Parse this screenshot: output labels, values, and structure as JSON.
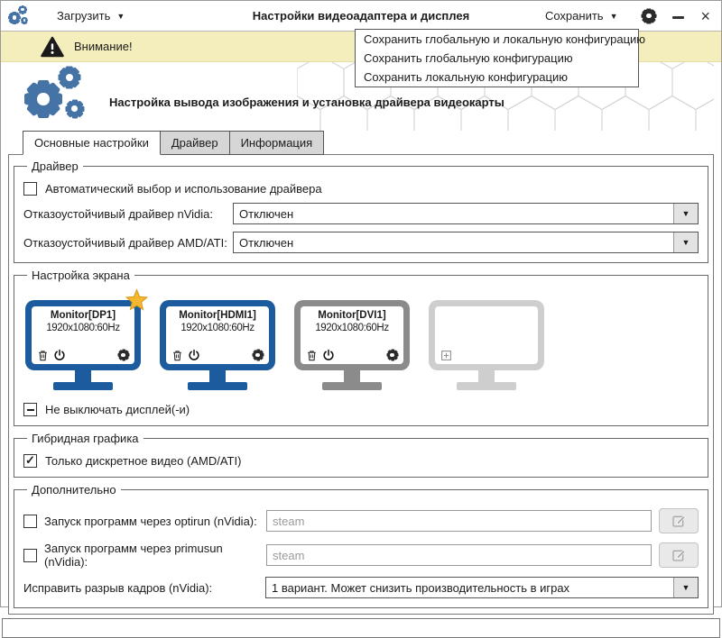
{
  "titlebar": {
    "load_label": "Загрузить",
    "title": "Настройки видеоадаптера и дисплея",
    "save_label": "Сохранить"
  },
  "icons": {
    "chevron_down": "▼",
    "check": "✓",
    "close": "×"
  },
  "warning_bar": {
    "text": "Внимание!"
  },
  "save_menu": {
    "items": [
      "Сохранить глобальную и локальную конфигурацию",
      "Сохранить глобальную конфигурацию",
      "Сохранить локальную конфигурацию"
    ]
  },
  "header": {
    "subtitle": "Настройка вывода изображения и установка драйвера видеокарты"
  },
  "tabs": [
    {
      "label": "Основные настройки",
      "active": true
    },
    {
      "label": "Драйвер",
      "active": false
    },
    {
      "label": "Информация",
      "active": false
    }
  ],
  "driver_group": {
    "legend": "Драйвер",
    "auto_driver_checkbox": {
      "label": "Автоматический выбор и использование драйвера",
      "checked": false
    },
    "nvidia_failsafe": {
      "label": "Отказоустойчивый драйвер nVidia:",
      "value": "Отключен"
    },
    "amd_failsafe": {
      "label": "Отказоустойчивый драйвер AMD/ATI:",
      "value": "Отключен"
    }
  },
  "screen_group": {
    "legend": "Настройка экрана",
    "monitors": [
      {
        "name": "Monitor[DP1]",
        "resolution": "1920x1080:60Hz",
        "primary": true,
        "state": "active"
      },
      {
        "name": "Monitor[HDMI1]",
        "resolution": "1920x1080:60Hz",
        "primary": false,
        "state": "active"
      },
      {
        "name": "Monitor[DVI1]",
        "resolution": "1920x1080:60Hz",
        "primary": false,
        "state": "disabled"
      },
      {
        "state": "empty"
      }
    ],
    "keep_display_on": {
      "label": "Не выключать дисплей(-и)",
      "state": "indeterminate"
    }
  },
  "hybrid_group": {
    "legend": "Гибридная графика",
    "discrete_only": {
      "label": "Только дискретное видео (AMD/ATI)",
      "checked": true
    }
  },
  "extra_group": {
    "legend": "Дополнительно",
    "optirun": {
      "label": "Запуск программ через optirun (nVidia):",
      "checked": false,
      "placeholder": "steam"
    },
    "primusun": {
      "label": "Запуск программ через primusun (nVidia):",
      "checked": false,
      "placeholder": "steam"
    },
    "tearing": {
      "label": "Исправить разрыв кадров (nVidia):",
      "value": "1 вариант. Может снизить производительность в играх"
    }
  },
  "colors": {
    "accent_blue": "#1c5c9e",
    "logo_blue": "#4673a6",
    "warning_bg": "#f3eebc",
    "inactive_gray": "#8b8b8b",
    "empty_gray": "#cecece",
    "star_gold": "#f4b72e"
  }
}
